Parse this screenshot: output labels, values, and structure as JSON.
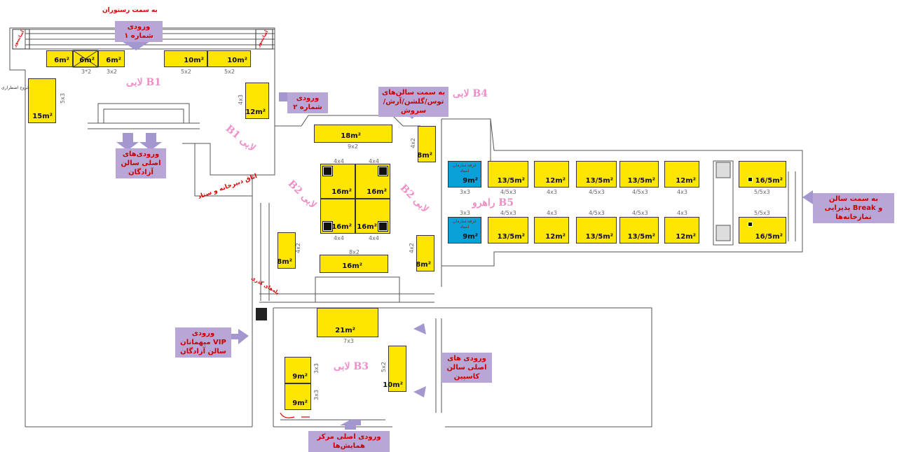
{
  "booths": [
    {
      "id": "b1-top-1",
      "area": "6m²",
      "dim": ""
    },
    {
      "id": "b1-top-2",
      "area": "6m²",
      "dim": "3*2"
    },
    {
      "id": "b1-top-3",
      "area": "6m²",
      "dim": "3x2"
    },
    {
      "id": "b1-top-4",
      "area": "10m²",
      "dim": "5x2"
    },
    {
      "id": "b1-top-5",
      "area": "10m²",
      "dim": "5x2"
    },
    {
      "id": "b1-left",
      "area": "15m²",
      "dim": "5x3"
    },
    {
      "id": "b1-right",
      "area": "12m²",
      "dim": "4x3"
    },
    {
      "id": "b2-top",
      "area": "18m²",
      "dim": "9x2"
    },
    {
      "id": "b2-c1",
      "area": "16m²",
      "dim": "4x4"
    },
    {
      "id": "b2-c2",
      "area": "16m²",
      "dim": "4x4"
    },
    {
      "id": "b2-c3",
      "area": "16m²",
      "dim": "4x4"
    },
    {
      "id": "b2-c4",
      "area": "16m²",
      "dim": "4x4"
    },
    {
      "id": "b2-bottom",
      "area": "16m²",
      "dim": "8x2"
    },
    {
      "id": "b2-left",
      "area": "8m²",
      "dim": "4x2"
    },
    {
      "id": "b4-top",
      "area": "8m²",
      "dim": "4x2"
    },
    {
      "id": "b4-bottom",
      "area": "8m²",
      "dim": "4x2"
    },
    {
      "id": "b3-big",
      "area": "21m²",
      "dim": "7x3"
    },
    {
      "id": "b3-9a",
      "area": "9m²",
      "dim": "3x3"
    },
    {
      "id": "b3-9b",
      "area": "9m²",
      "dim": "3x3"
    },
    {
      "id": "b3-10",
      "area": "10m²",
      "dim": "5x2"
    },
    {
      "id": "c-t1",
      "area": "13/5m²",
      "dim": "4/5x3"
    },
    {
      "id": "c-t2",
      "area": "12m²",
      "dim": "4x3"
    },
    {
      "id": "c-t3",
      "area": "13/5m²",
      "dim": "4/5x3"
    },
    {
      "id": "c-t4",
      "area": "13/5m²",
      "dim": "4/5x3"
    },
    {
      "id": "c-t5",
      "area": "12m²",
      "dim": "4x3"
    },
    {
      "id": "c-t6",
      "area": "16/5m²",
      "dim": "5/5x3"
    },
    {
      "id": "c-b1",
      "area": "13/5m²",
      "dim": "4/5x3"
    },
    {
      "id": "c-b2",
      "area": "12m²",
      "dim": "4x3"
    },
    {
      "id": "c-b3",
      "area": "13/5m²",
      "dim": "4/5x3"
    },
    {
      "id": "c-b4",
      "area": "13/5m²",
      "dim": "4/5x3"
    },
    {
      "id": "c-b5",
      "area": "12m²",
      "dim": "4x3"
    },
    {
      "id": "c-b6",
      "area": "16/5m²",
      "dim": "5/5x3"
    },
    {
      "id": "blue-top",
      "area": "9m²",
      "dim": "3x3",
      "label": "غرفه سازمان اسناد"
    },
    {
      "id": "blue-bottom",
      "area": "9m²",
      "dim": "3x3",
      "label": "غرفه سازمان اسناد"
    }
  ],
  "lobbies": {
    "b1": "لابی B1",
    "b1_side": "B1 لابی",
    "b2_left": "B2 لابی",
    "b2_right": "B2 لابی",
    "b3": "لابی B3",
    "b4": "لابی B4",
    "b5": "راهرو B5"
  },
  "signs": {
    "entrance1": "ورودی شماره ۱",
    "entrance2": "ورودی شماره ۲",
    "halls": "به سمت سالن‌های توس/گلشن/آرش/سروش",
    "azadegan": "ورودی‌های اصلی سالن آزادگان",
    "vip": "ورودی میهمانان VIP سالن آزادگان",
    "caspian": "ورودی های اصلی سالن کاسپین",
    "main": "ورودی اصلی مرکز همایش‌ها",
    "break": "به سمت سالن پذیرایی Break و نمازخانه‌ها"
  },
  "labels": {
    "restaurant": "به سمت رستوران",
    "secretariat": "اتاق دبیرخانه و ستاد",
    "stairs": "پله‌های گذری",
    "elevator": "آسانسور",
    "elevator2": "آسانسور",
    "emergency": "خروج اضطراری"
  },
  "colors": {
    "booth": "#ffe600",
    "blue": "#0aa0d8",
    "sign": "#b7a6d6",
    "lobby": "#ee8fc8",
    "red": "#dd0000"
  }
}
